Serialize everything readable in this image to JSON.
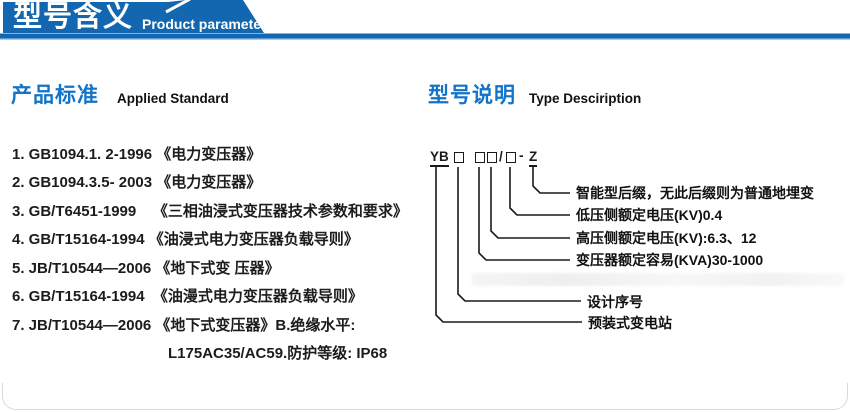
{
  "header": {
    "title_cn": "型号含义",
    "title_en": "Product parameters"
  },
  "colors": {
    "header_blue": "#1267b0",
    "header_bar_light_edge": "#5a9bd0",
    "heading_accent_blue": "#1173c9",
    "body_text": "#1c1c1c"
  },
  "left_section": {
    "heading_cn": "产品标准",
    "heading_en": "Applied Standard",
    "standards": [
      "1. GB1094.1. 2-1996 《电力变压器》",
      "2. GB1094.3.5- 2003 《电力变压器》",
      "3. GB/T6451-1999    《三相油浸式变压器技术参数和要求》",
      "4. GB/T15164-1994 《油浸式电力变压器负载导则》",
      "5. JB/T10544—2006 《地下式变 压器》",
      "6. GB/T15164-1994  《油漫式电力变压器负载导则》",
      "7. JB/T10544—2006 《地下式变压器》B.绝缘水平:",
      "L175AC35/AC59.防护等级: IP68"
    ]
  },
  "right_section": {
    "heading_cn": "型号说明",
    "heading_en": "Type Desciription",
    "model_code": {
      "full_code": "YB□ □□/□-Z",
      "prefix": "YB",
      "box_symbol": "□",
      "slash": "/",
      "dash": "-",
      "suffix": "Z"
    },
    "labels": {
      "smart_suffix": "智能型后缀，无此后缀则为普通地埋变",
      "lv_voltage": "低压侧额定电压(KV)0.4",
      "hv_voltage": "高压侧额定电压(KV):6.3、12",
      "capacity": "变压器额定容易(KVA)30-1000",
      "design_serial": "设计序号",
      "prefab_station": "预装式变电站"
    }
  }
}
